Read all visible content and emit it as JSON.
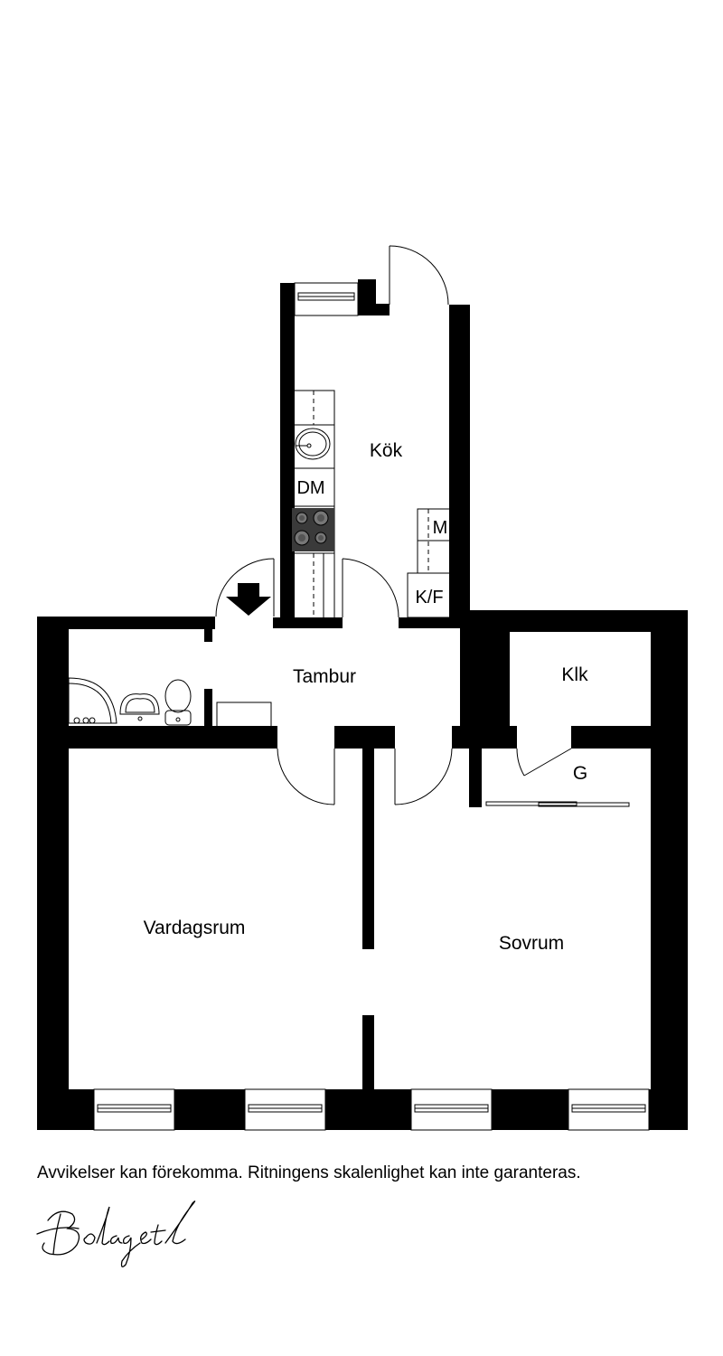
{
  "rooms": {
    "kitchen": "Kök",
    "hall": "Tambur",
    "closet": "Klk",
    "wardrobe": "G",
    "living_room": "Vardagsrum",
    "bedroom": "Sovrum"
  },
  "fixtures": {
    "dishwasher": "DM",
    "microwave": "M",
    "fridge_freezer": "K/F"
  },
  "disclaimer": "Avvikelser kan förekomma. Ritningens skalenlighet kan inte garanteras.",
  "logo_text": "Bolaget"
}
